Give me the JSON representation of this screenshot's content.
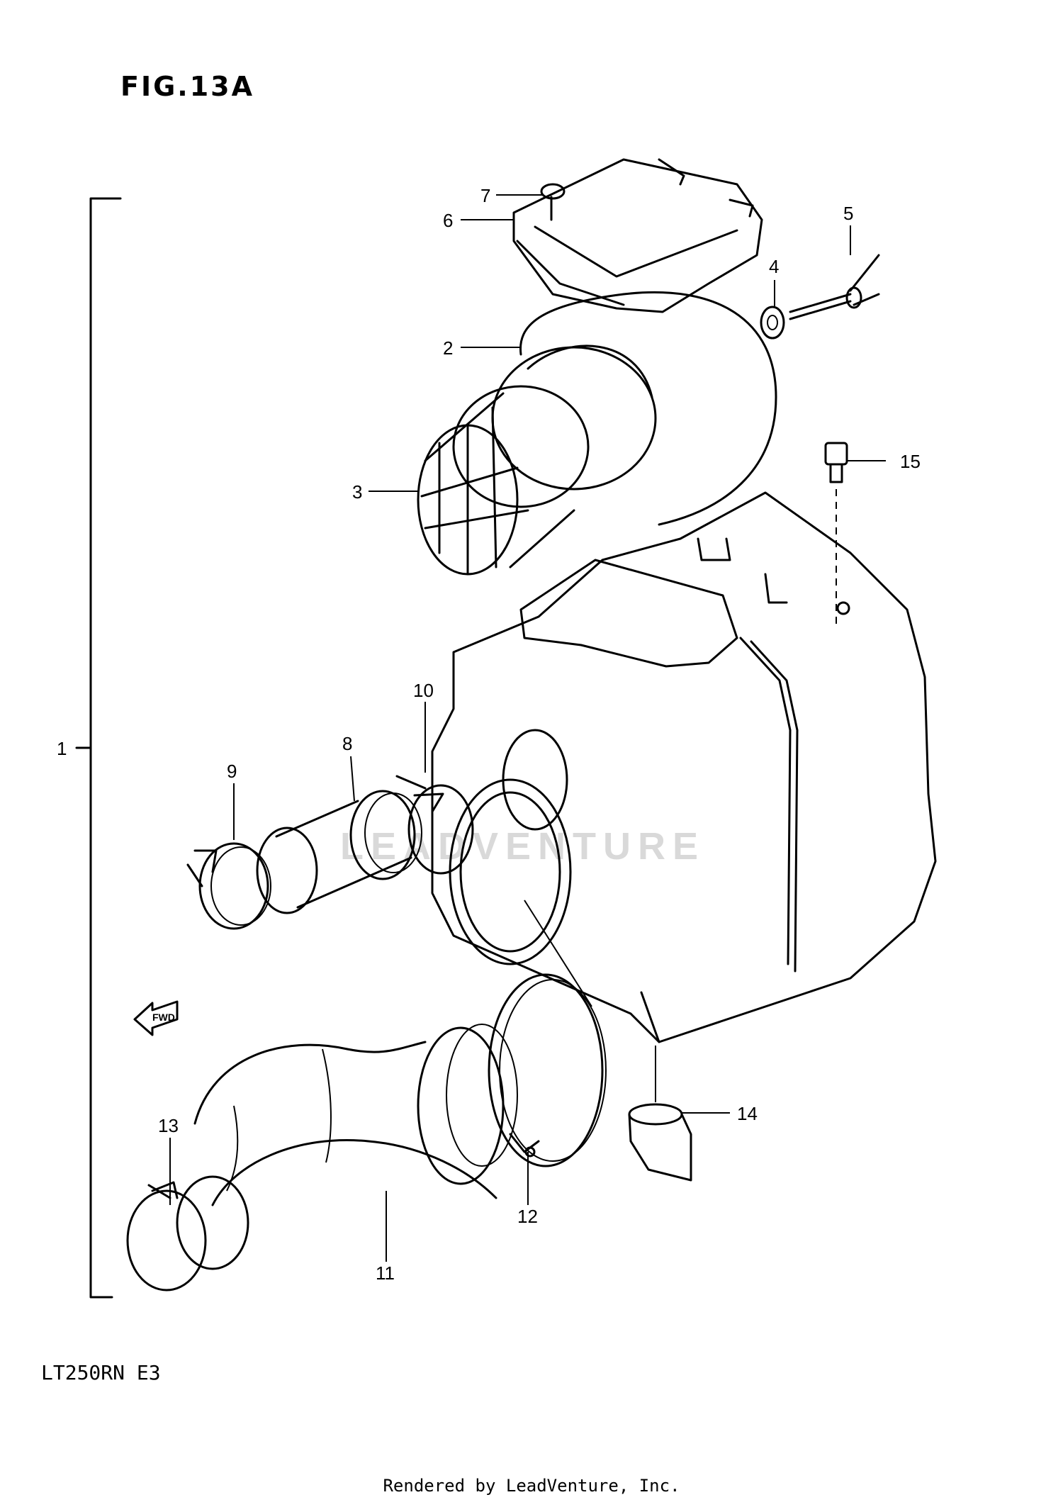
{
  "figure": {
    "title": "FIG.13A",
    "model": "LT250RN E3",
    "footer": "Rendered by LeadVenture, Inc."
  },
  "watermark": {
    "text": "LEADVENTURE"
  },
  "fwd_arrow": {
    "label": "FWD"
  },
  "callouts": [
    {
      "id": "1",
      "label": "1"
    },
    {
      "id": "2",
      "label": "2"
    },
    {
      "id": "3",
      "label": "3"
    },
    {
      "id": "4",
      "label": "4"
    },
    {
      "id": "5",
      "label": "5"
    },
    {
      "id": "6",
      "label": "6"
    },
    {
      "id": "7",
      "label": "7"
    },
    {
      "id": "8",
      "label": "8"
    },
    {
      "id": "9",
      "label": "9"
    },
    {
      "id": "10",
      "label": "10"
    },
    {
      "id": "11",
      "label": "11"
    },
    {
      "id": "12",
      "label": "12"
    },
    {
      "id": "13",
      "label": "13"
    },
    {
      "id": "14",
      "label": "14"
    },
    {
      "id": "15",
      "label": "15"
    }
  ]
}
